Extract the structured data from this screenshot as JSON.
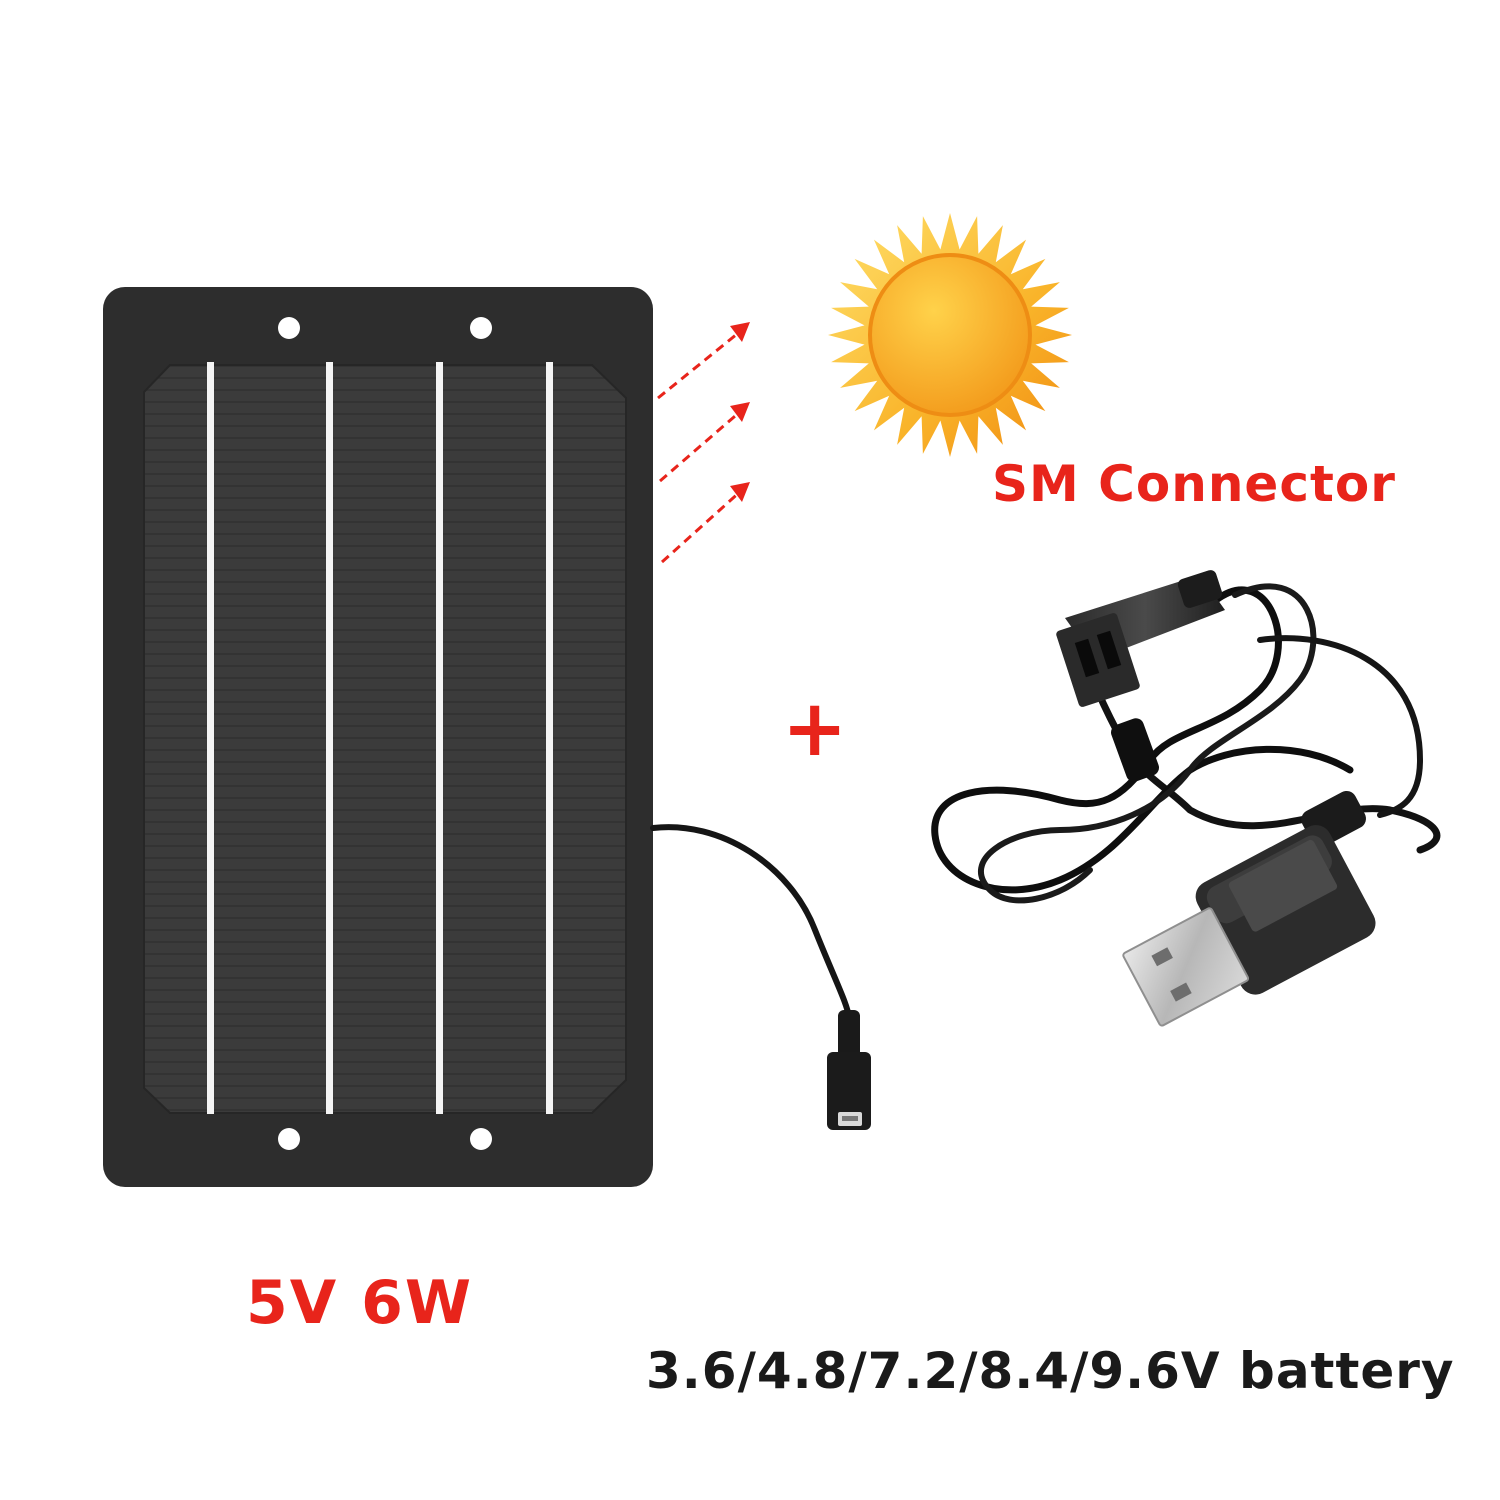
{
  "labels": {
    "connector_title": "SM Connector",
    "plus": "+",
    "panel_spec": "5V 6W",
    "battery_range": "3.6/4.8/7.2/8.4/9.6V battery"
  },
  "colors": {
    "accent_red": "#e8241b",
    "panel_frame": "#2e2e2e",
    "panel_cells": "#3a3a3a",
    "busbar": "#f2f2f2",
    "sun_core": "#f6a21a",
    "sun_rays": "#fbc02d",
    "cable": "#111111",
    "usb_metal": "#c9c9c9"
  },
  "icons": {
    "sun": "sun-icon",
    "arrows": "dashed-arrow-icon",
    "usb_female": "usb-female-port-icon",
    "usb_male": "usb-male-plug-icon",
    "sm_plug": "sm-connector-plug-icon"
  }
}
